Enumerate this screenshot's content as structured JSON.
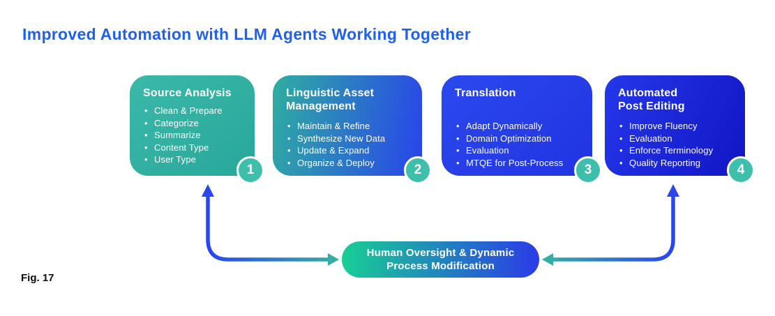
{
  "title": "Improved Automation with LLM Agents Working Together",
  "figure_label": "Fig. 17",
  "colors": {
    "title_blue": "#2160EB",
    "card_teal": "#2FAEA1",
    "card_blue": "#2438EA",
    "card_dark_blue": "#1215C4",
    "badge_teal": "#3DBFAC",
    "pill_green": "#18CF94",
    "pill_blue": "#2B3BE8",
    "arrow_blue": "#2946EF",
    "arrow_teal": "#35ACA5"
  },
  "cards": [
    {
      "number": "1",
      "title_line1": "Source Analysis",
      "title_line2": "",
      "bullets": [
        "Clean & Prepare",
        "Categorize",
        "Summarize",
        "Content Type",
        "User Type"
      ]
    },
    {
      "number": "2",
      "title_line1": "Linguistic Asset",
      "title_line2": "Management",
      "bullets": [
        "Maintain & Refine",
        "Synthesize New Data",
        "Update & Expand",
        "Organize & Deploy"
      ]
    },
    {
      "number": "3",
      "title_line1": "Translation",
      "title_line2": "",
      "bullets": [
        "Adapt Dynamically",
        "Domain Optimization",
        "Evaluation",
        "MTQE for Post-Process"
      ]
    },
    {
      "number": "4",
      "title_line1": "Automated",
      "title_line2": "Post Editing",
      "bullets": [
        "Improve Fluency",
        "Evaluation",
        "Enforce Terminology",
        "Quality Reporting"
      ]
    }
  ],
  "feedback_pill": {
    "line1": "Human Oversight & Dynamic",
    "line2": "Process Modification"
  }
}
